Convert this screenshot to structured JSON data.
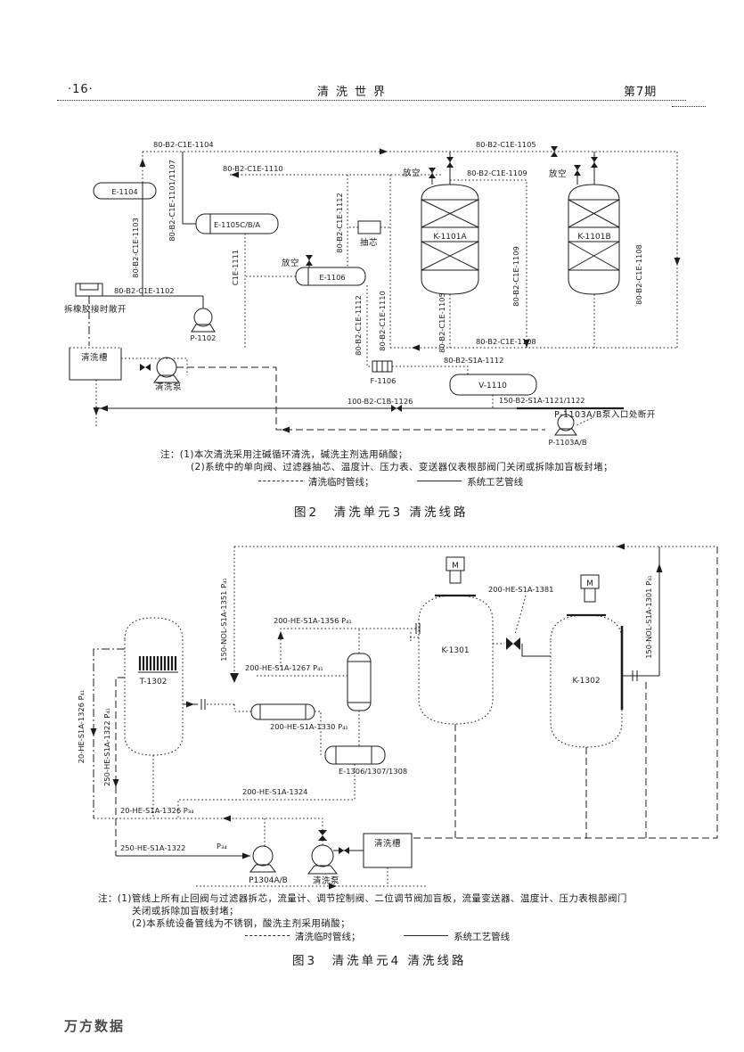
{
  "page": {
    "page_number": "·16·",
    "journal_title": "清洗世界",
    "issue_label": "第7期",
    "watermark": "万方数据",
    "ink_color": "#1c1c1c",
    "paper_color": "#fefefe"
  },
  "figure2": {
    "caption": "图2　清洗单元3 清洗线路",
    "notes": [
      "注：(1)本次清洗采用注碱循环清洗，碱洗主剂选用硝酸；",
      "(2)系统中的单向阀、过滤器抽芯、温度计、压力表、变送器仪表根部阀门关闭或拆除加盲板封堵；"
    ],
    "legend": {
      "temp": "清洗临时管线；",
      "process": "系统工艺管线"
    },
    "labels": {
      "pipe_1104": "80-B2-C1E-1104",
      "pipe_1105": "80-B2-C1E-1105",
      "pipe_1110h": "80-B2-C1E-1110",
      "pipe_1109h": "80-B2-C1E-1109",
      "pipe_1103v": "80-B2-C1E-1103",
      "pipe_1107v": "80-B2-C1E-1101/1107",
      "pipe_1111v": "C1E-1111",
      "pipe_1112v1": "80-B2-C1E-1112",
      "pipe_1112v2": "80-B2-C1E-1112",
      "pipe_1110v": "80-B2-C1E-1110",
      "pipe_1105v": "80-B2-C1E-1105",
      "pipe_1109v": "80-B2-C1E-1109",
      "pipe_1108v": "80-B2-C1E-1108",
      "pipe_1108h": "80-B2-C1E-1108",
      "pipe_1102": "80-B2-C1E-1102",
      "pipe_1126": "100-B2-C1B-1126",
      "pipe_1121": "150-B2-S1A-1121/1122",
      "pipe_s1112": "80-B2-S1A-1112",
      "e1104": "E-1104",
      "e1105": "E-1105C/B/A",
      "e1106": "E-1106",
      "k1101a": "K-1101A",
      "k1101b": "K-1101B",
      "v1110": "V-1110",
      "f1106": "F-1106",
      "p1102": "P-1102",
      "p1103": "P-1103A/B",
      "tank": "清洗槽",
      "pump": "清洗泵",
      "chouxin": "抽芯",
      "vent1": "放空",
      "vent2": "放空",
      "vent3": "放空",
      "open_note": "拆橡胶接时敞开",
      "inlet_note": "P-1103A/B泵入口处断开"
    }
  },
  "figure3": {
    "caption": "图3　清洗单元4 清洗线路",
    "notes": [
      "注：(1)管线上所有止回阀与过滤器拆芯，流量计、调节控制阀、二位调节阀加盲板，流量变送器、温度计、压力表根部阀门",
      "关闭或拆除加盲板封堵；",
      "(2)本系统设备管线为不锈钢，酸洗主剂采用硝酸；"
    ],
    "legend": {
      "temp": "清洗临时管线；",
      "process": "系统工艺管线"
    },
    "labels": {
      "t1302": "T-1302",
      "k1301": "K-1301",
      "k1302": "K-1302",
      "e1306": "E-1306/1307/1308",
      "motor1": "M",
      "motor2": "M",
      "pipe_1351v": "150-NOL-S1A-1351 P₄₁",
      "pipe_1356": "200-HE-S1A-1356 P₄₁",
      "pipe_1267": "200-HE-S1A-1267 P₄₁",
      "pipe_1330": "200-HE-S1A-1330 P₄₁",
      "pipe_1324": "200-HE-S1A-1324",
      "pipe_1381": "200-HE-S1A-1381",
      "pipe_1301v": "150-NOL-S1A-1301 P₄₁",
      "pipe_1326v": "20-HE-S1A-1326 P₄₁",
      "pipe_1322v": "250-HE-S1A-1322 P₄₁",
      "pipe_1326h": "20-HE-S1A-1326 P₃₄",
      "pipe_1322h": "250-HE-S1A-1322",
      "pipe_1322h_tag": "P₃₄",
      "p1304": "P1304A/B",
      "pump": "清洗泵",
      "tank": "清洗槽"
    }
  }
}
